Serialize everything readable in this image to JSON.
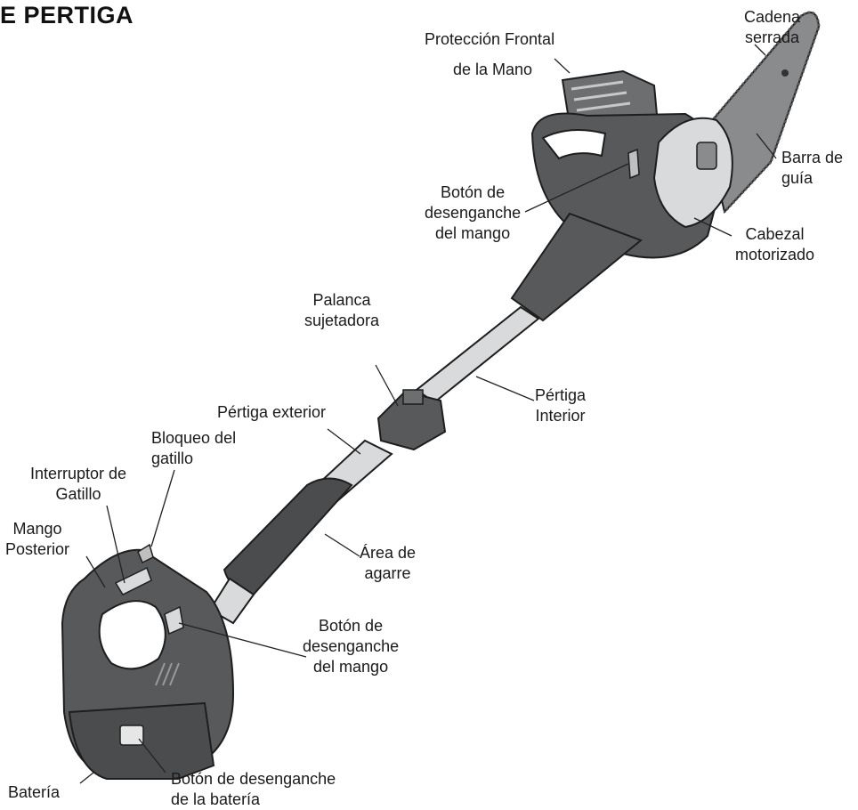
{
  "title": "E PERTIGA",
  "labels": {
    "cadena_serrada": "Cadena\nserrada",
    "proteccion_frontal": "Protección Frontal",
    "de_la_mano": "de la Mano",
    "barra_de_guia": "Barra de\nguía",
    "boton_mango_superior": "Botón de\ndesenganche\ndel mango",
    "cabezal_motorizado": "Cabezal\nmotorizado",
    "palanca_sujetadora": "Palanca\nsujetadora",
    "pertiga_interior": "Pértiga\nInterior",
    "pertiga_exterior": "Pértiga exterior",
    "bloqueo_gatillo": "Bloqueo del\ngatillo",
    "interruptor_gatillo": "Interruptor de\nGatillo",
    "mango_posterior": "Mango\nPosterior",
    "area_agarre": "Área de\nagarre",
    "boton_mango_inferior": "Botón de\ndesenganche\ndel mango",
    "bateria": "Batería",
    "boton_bateria": "Botón de desenganche\nde la batería"
  },
  "colors": {
    "body_dark": "#58595b",
    "body_mid": "#6d6e70",
    "body_light": "#8a8b8d",
    "pole_light": "#d9dadb",
    "grip": "#4b4c4e",
    "outline": "#1e1e1e",
    "leader": "#222222"
  }
}
